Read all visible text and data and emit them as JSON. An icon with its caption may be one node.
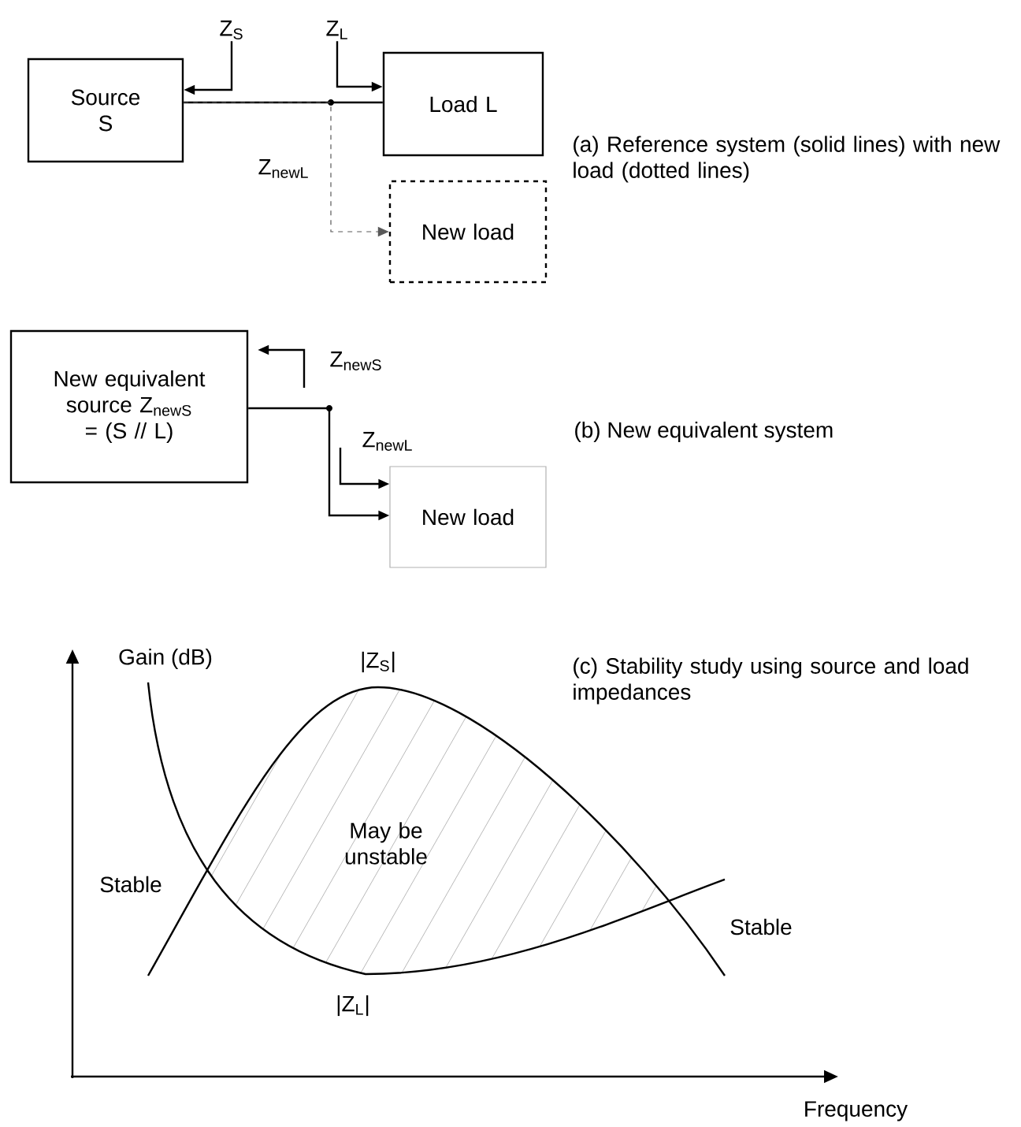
{
  "diagram": {
    "nodes": [
      {
        "text": [
          "Z$_{S}$"
        ]
      },
      {
        "text": [
          "Z$_{L}$"
        ]
      },
      {
        "text": [
          "Source S"
        ]
      },
      {
        "text": [
          "Load L"
        ]
      },
      {
        "text": [
          "New load"
        ]
      },
      {
        "text": [
          "New equivalent source Z$_{newS}$ = (S // L)"
        ]
      },
      {
        "text": [
          "Z$_{newS}$"
        ]
      },
      {
        "text": [
          "Z$_{newL}$"
        ]
      },
      {
        "text": [
          "New load"
        ]
      }
    ],
    "edges": [
      {
        "from": 0,
        "to": 2,
        "arrow": "to"
      },
      {
        "from": 1,
        "to": 3,
        "arrow": "to"
      },
      {
        "from": 2,
        "to": 3,
        "arrow": "none"
      },
      {
        "from": 2,
        "to": 4,
        "arrow": "to",
        "style": "dashed",
        "label": "Z$_{newL}$"
      },
      {
        "from": 6,
        "to": 5,
        "arrow": "to"
      },
      {
        "from": 5,
        "to": 8,
        "arrow": "to"
      },
      {
        "from": 7,
        "to": 8,
        "arrow": "to"
      }
    ],
    "labels": [
      "(a) Reference system (solid lines) with new load (dotted lines)",
      "(b) New equivalent system",
      "Gain (dB)",
      "|Z$_{S}$|",
      "(c) Stability study using source and load impedances",
      "May be unstable",
      "Stable",
      "Stable",
      "|Z$_{L}$|",
      "Frequency"
    ]
  }
}
